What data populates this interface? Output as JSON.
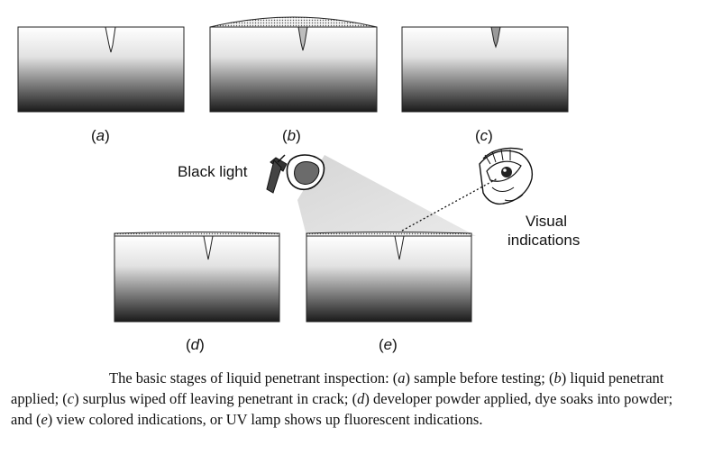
{
  "stages": [
    {
      "id": "a",
      "label": "a"
    },
    {
      "id": "b",
      "label": "b"
    },
    {
      "id": "c",
      "label": "c"
    },
    {
      "id": "d",
      "label": "d"
    },
    {
      "id": "e",
      "label": "e"
    }
  ],
  "annotations": {
    "black_light": "Black light",
    "visual_line1": "Visual",
    "visual_line2": "indications"
  },
  "caption": {
    "t0": "The basic stages of liquid penetrant inspection: (",
    "a": "a",
    "t1": ") sample before testing; (",
    "b": "b",
    "t2": ") liquid penetrant applied; (",
    "c": "c",
    "t3": ") surplus wiped off leaving penetrant in crack; (",
    "d": "d",
    "t4": ") developer powder applied, dye soaks into powder; and (",
    "e": "e",
    "t5": ") view colored indications, or UV lamp shows up fluorescent indications."
  }
}
